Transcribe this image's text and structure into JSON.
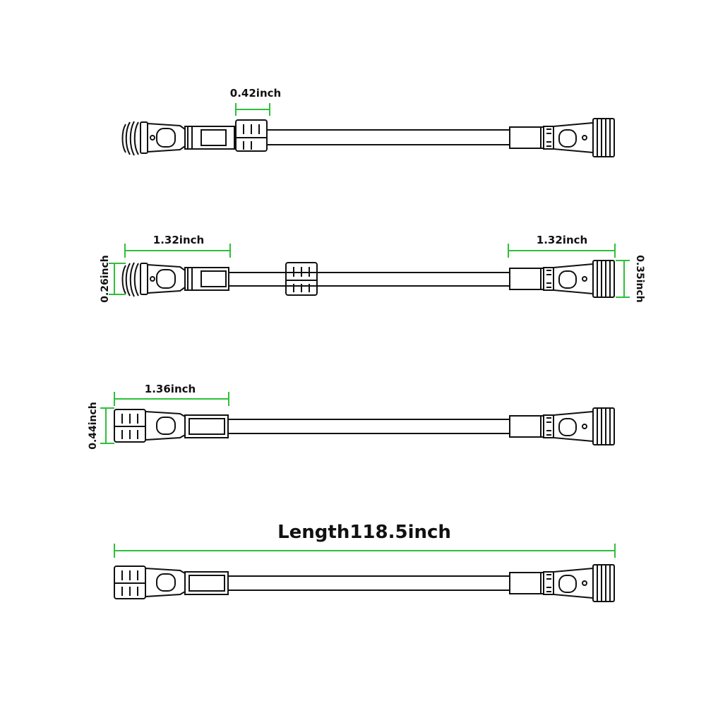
{
  "colors": {
    "dimension_line": "#2fbf3a",
    "outline": "#111111",
    "background": "#ffffff"
  },
  "cables": [
    {
      "name": "cable-with-loose-nut",
      "dimensions": [
        {
          "label": "0.42inch"
        }
      ]
    },
    {
      "name": "cable-with-nut-midway",
      "dimensions": [
        {
          "label": "1.32inch"
        },
        {
          "label": "1.32inch"
        },
        {
          "label": "0.26inch"
        },
        {
          "label": "0.35inch"
        }
      ]
    },
    {
      "name": "cable-with-nut-engaged",
      "dimensions": [
        {
          "label": "1.36inch"
        },
        {
          "label": "0.44inch"
        }
      ]
    },
    {
      "name": "cable-full-length",
      "dimensions": [
        {
          "label": "Length118.5inch"
        }
      ]
    }
  ]
}
